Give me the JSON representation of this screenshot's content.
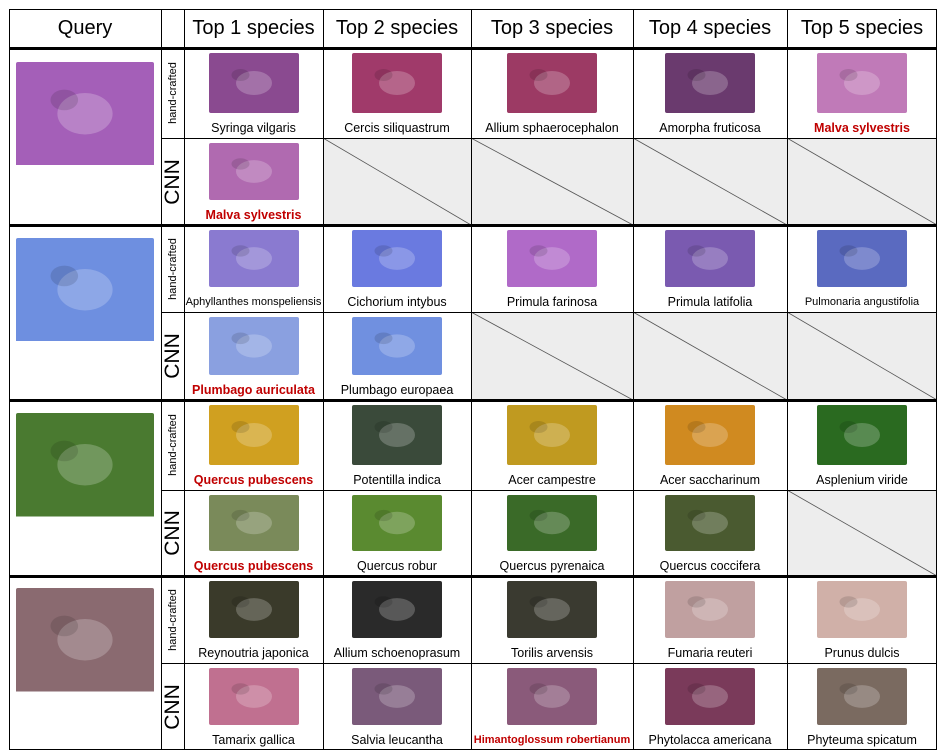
{
  "header": {
    "query": "Query",
    "cols": [
      "Top 1 species",
      "Top 2 species",
      "Top 3 species",
      "Top 4 species",
      "Top 5 species"
    ]
  },
  "methods": {
    "handcrafted": "hand-crafted",
    "cnn": "CNN"
  },
  "colors": {
    "correct": "#c00000",
    "empty": "#ededed",
    "grid": "#000000"
  },
  "queries": [
    {
      "thumb_color": "#a45fb8",
      "rows": [
        {
          "method": "handcrafted",
          "results": [
            {
              "name": "Syringa vilgaris",
              "correct": false,
              "color": "#8a4a90"
            },
            {
              "name": "Cercis siliquastrum",
              "correct": false,
              "color": "#a03a6a"
            },
            {
              "name": "Allium sphaerocephalon",
              "correct": false,
              "color": "#9c3a64"
            },
            {
              "name": "Amorpha fruticosa",
              "correct": false,
              "color": "#6a3a6e"
            },
            {
              "name": "Malva sylvestris",
              "correct": true,
              "color": "#c07ab8"
            }
          ]
        },
        {
          "method": "cnn",
          "results": [
            {
              "name": "Malva sylvestris",
              "correct": true,
              "color": "#b06ab0"
            },
            null,
            null,
            null,
            null
          ]
        }
      ]
    },
    {
      "thumb_color": "#6e8fe0",
      "rows": [
        {
          "method": "handcrafted",
          "results": [
            {
              "name": "Aphyllanthes monspeliensis",
              "correct": false,
              "color": "#8a7ad0"
            },
            {
              "name": "Cichorium intybus",
              "correct": false,
              "color": "#6a7ae0"
            },
            {
              "name": "Primula farinosa",
              "correct": false,
              "color": "#b06ac8"
            },
            {
              "name": "Primula latifolia",
              "correct": false,
              "color": "#7a5ab0"
            },
            {
              "name": "Pulmonaria angustifolia",
              "correct": false,
              "color": "#5a6ac0"
            }
          ]
        },
        {
          "method": "cnn",
          "results": [
            {
              "name": "Plumbago auriculata",
              "correct": true,
              "color": "#8aa0e0"
            },
            {
              "name": "Plumbago europaea",
              "correct": false,
              "color": "#7090e0"
            },
            null,
            null,
            null
          ]
        }
      ]
    },
    {
      "thumb_color": "#4a7a30",
      "rows": [
        {
          "method": "handcrafted",
          "results": [
            {
              "name": "Quercus pubescens",
              "correct": true,
              "color": "#d0a020"
            },
            {
              "name": "Potentilla indica",
              "correct": false,
              "color": "#3a4a3a"
            },
            {
              "name": "Acer campestre",
              "correct": false,
              "color": "#c09a20"
            },
            {
              "name": "Acer saccharinum",
              "correct": false,
              "color": "#d08a20"
            },
            {
              "name": "Asplenium viride",
              "correct": false,
              "color": "#2a6a20"
            }
          ]
        },
        {
          "method": "cnn",
          "results": [
            {
              "name": "Quercus pubescens",
              "correct": true,
              "color": "#7a8a5a"
            },
            {
              "name": "Quercus robur",
              "correct": false,
              "color": "#5a8a30"
            },
            {
              "name": "Quercus pyrenaica",
              "correct": false,
              "color": "#3a6a28"
            },
            {
              "name": "Quercus coccifera",
              "correct": false,
              "color": "#4a5a30"
            },
            null
          ]
        }
      ]
    },
    {
      "thumb_color": "#8a6a70",
      "rows": [
        {
          "method": "handcrafted",
          "results": [
            {
              "name": "Reynoutria japonica",
              "correct": false,
              "color": "#3a3a2a"
            },
            {
              "name": "Allium schoenoprasum",
              "correct": false,
              "color": "#2a2a2a"
            },
            {
              "name": "Torilis arvensis",
              "correct": false,
              "color": "#3a3a30"
            },
            {
              "name": "Fumaria reuteri",
              "correct": false,
              "color": "#c0a0a0"
            },
            {
              "name": "Prunus dulcis",
              "correct": false,
              "color": "#d0b0a8"
            }
          ]
        },
        {
          "method": "cnn",
          "results": [
            {
              "name": "Tamarix gallica",
              "correct": false,
              "color": "#c07090"
            },
            {
              "name": "Salvia leucantha",
              "correct": false,
              "color": "#7a5a7a"
            },
            {
              "name": "Himantoglossum robertianum",
              "correct": true,
              "color": "#8a5a7a"
            },
            {
              "name": "Phytolacca americana",
              "correct": false,
              "color": "#7a3a5a"
            },
            {
              "name": "Phyteuma spicatum",
              "correct": false,
              "color": "#7a6a60"
            }
          ]
        }
      ]
    }
  ]
}
